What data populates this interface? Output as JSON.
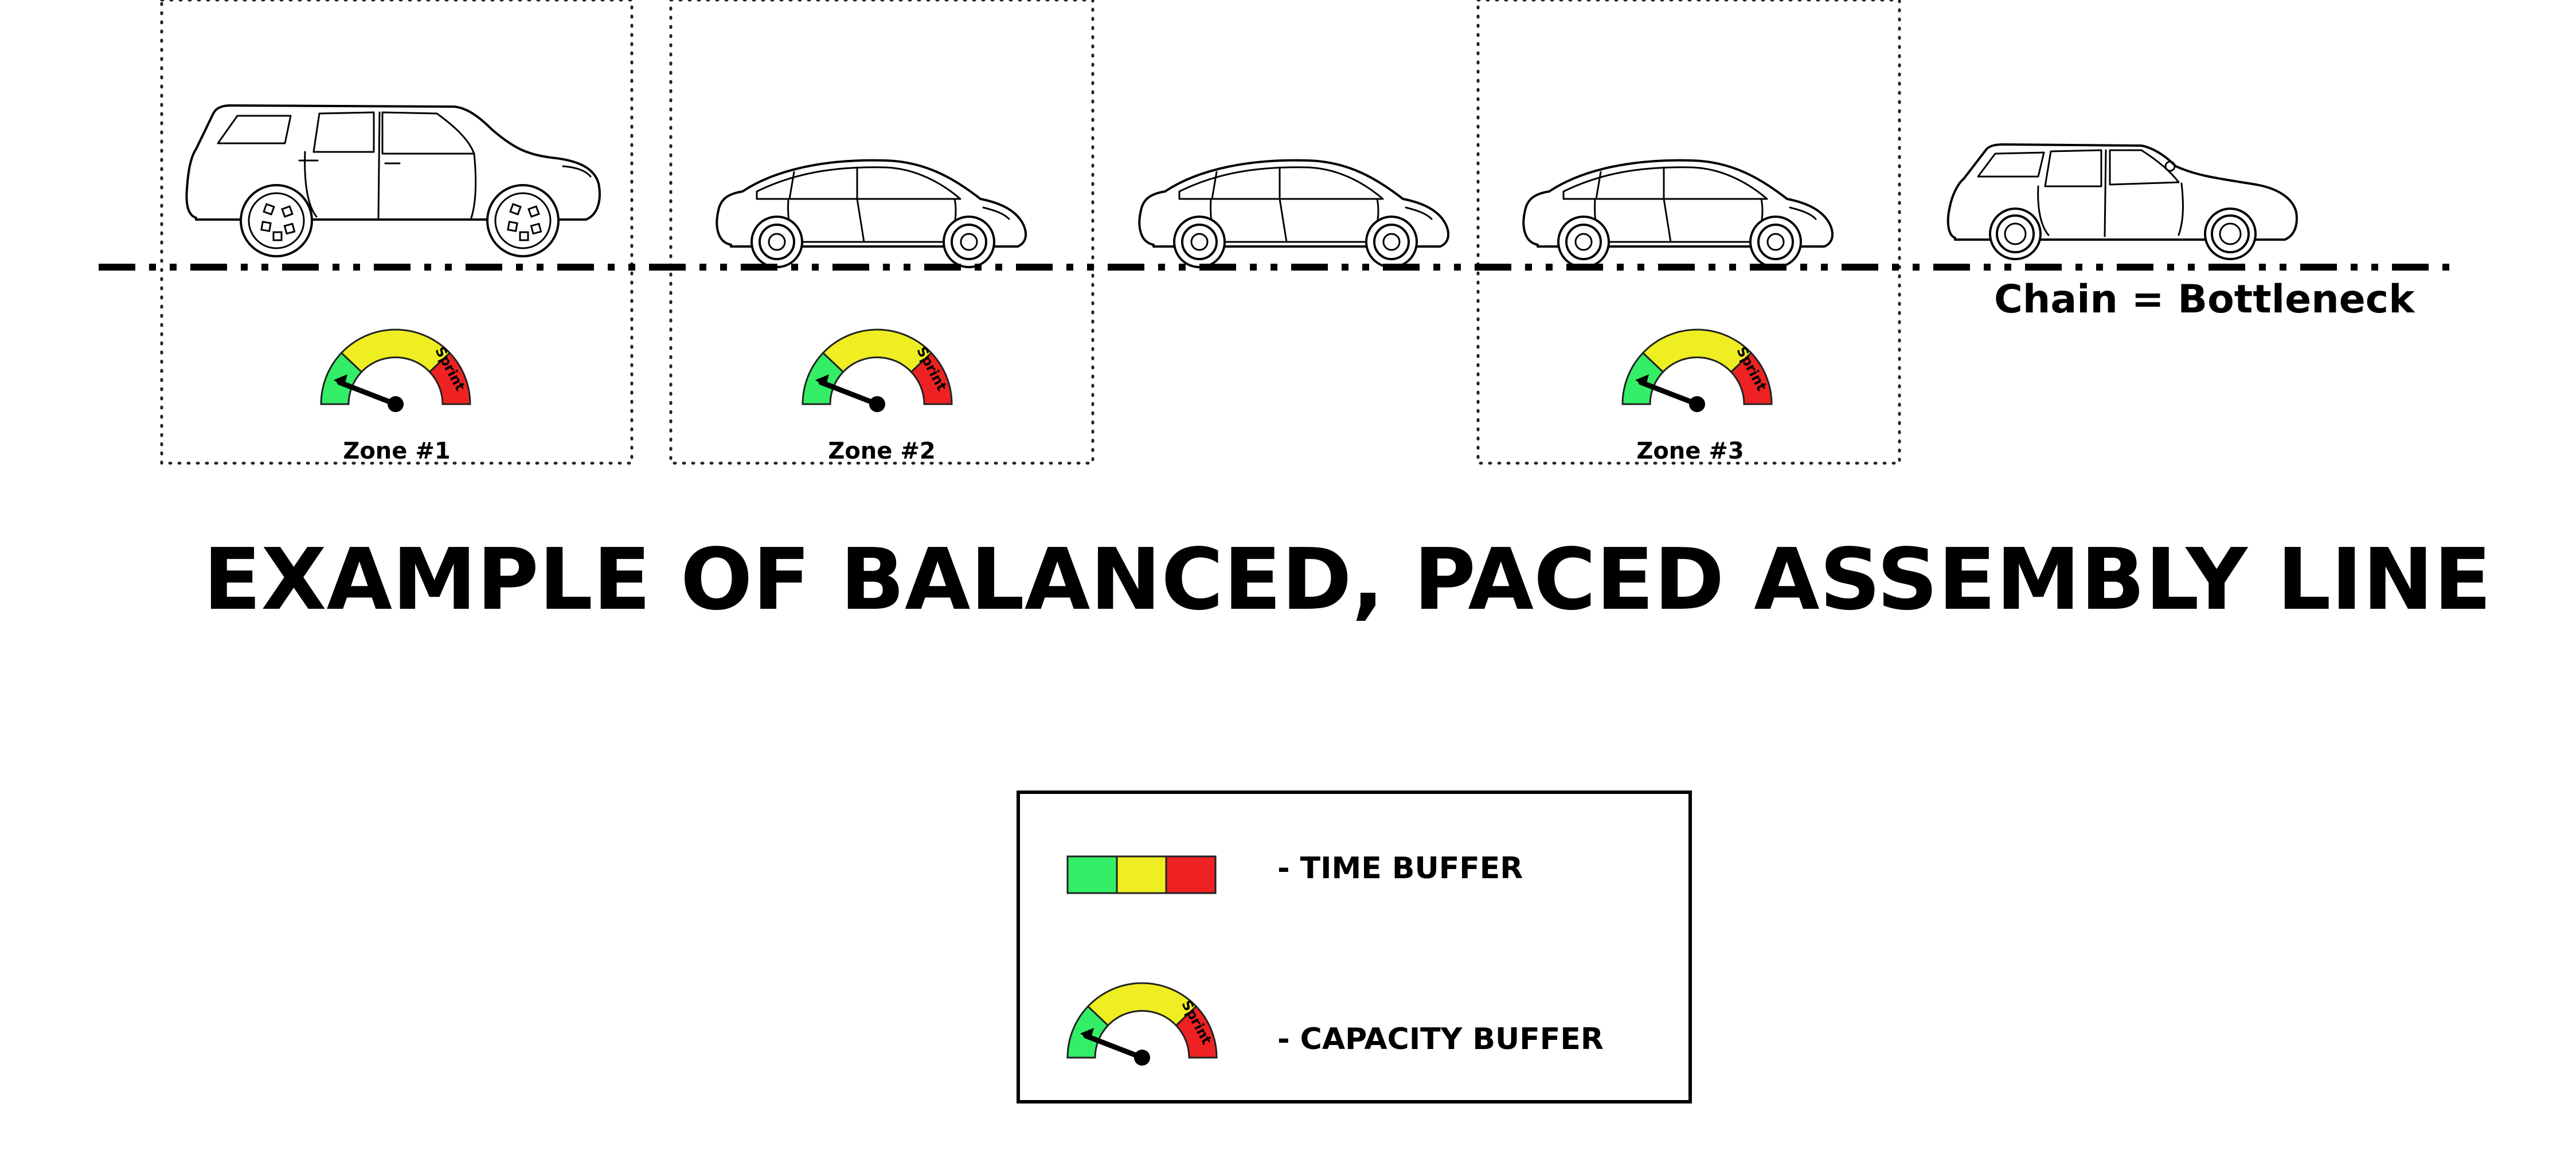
{
  "zones": [
    {
      "label": "Zone #1",
      "gauge_label": "Sprint",
      "needle_level": "low"
    },
    {
      "label": "Zone #2",
      "gauge_label": "Sprint",
      "needle_level": "low"
    },
    {
      "label": "Zone #3",
      "gauge_label": "Sprint",
      "needle_level": "low"
    }
  ],
  "chain_label": "Chain = Bottleneck",
  "title": "EXAMPLE OF BALANCED, PACED ASSEMBLY LINE",
  "legend": {
    "time_buffer": "- TIME BUFFER",
    "capacity_buffer": "- CAPACITY BUFFER",
    "gauge_label": "Sprint"
  },
  "colors": {
    "green": "#33ee66",
    "yellow": "#eeee22",
    "red": "#ee2222",
    "line": "#000000"
  },
  "icons": {
    "vehicles": [
      "suv-icon",
      "hatchback-icon",
      "hatchback-icon",
      "hatchback-icon",
      "wagon-icon"
    ],
    "gauge": "speedometer-icon"
  }
}
